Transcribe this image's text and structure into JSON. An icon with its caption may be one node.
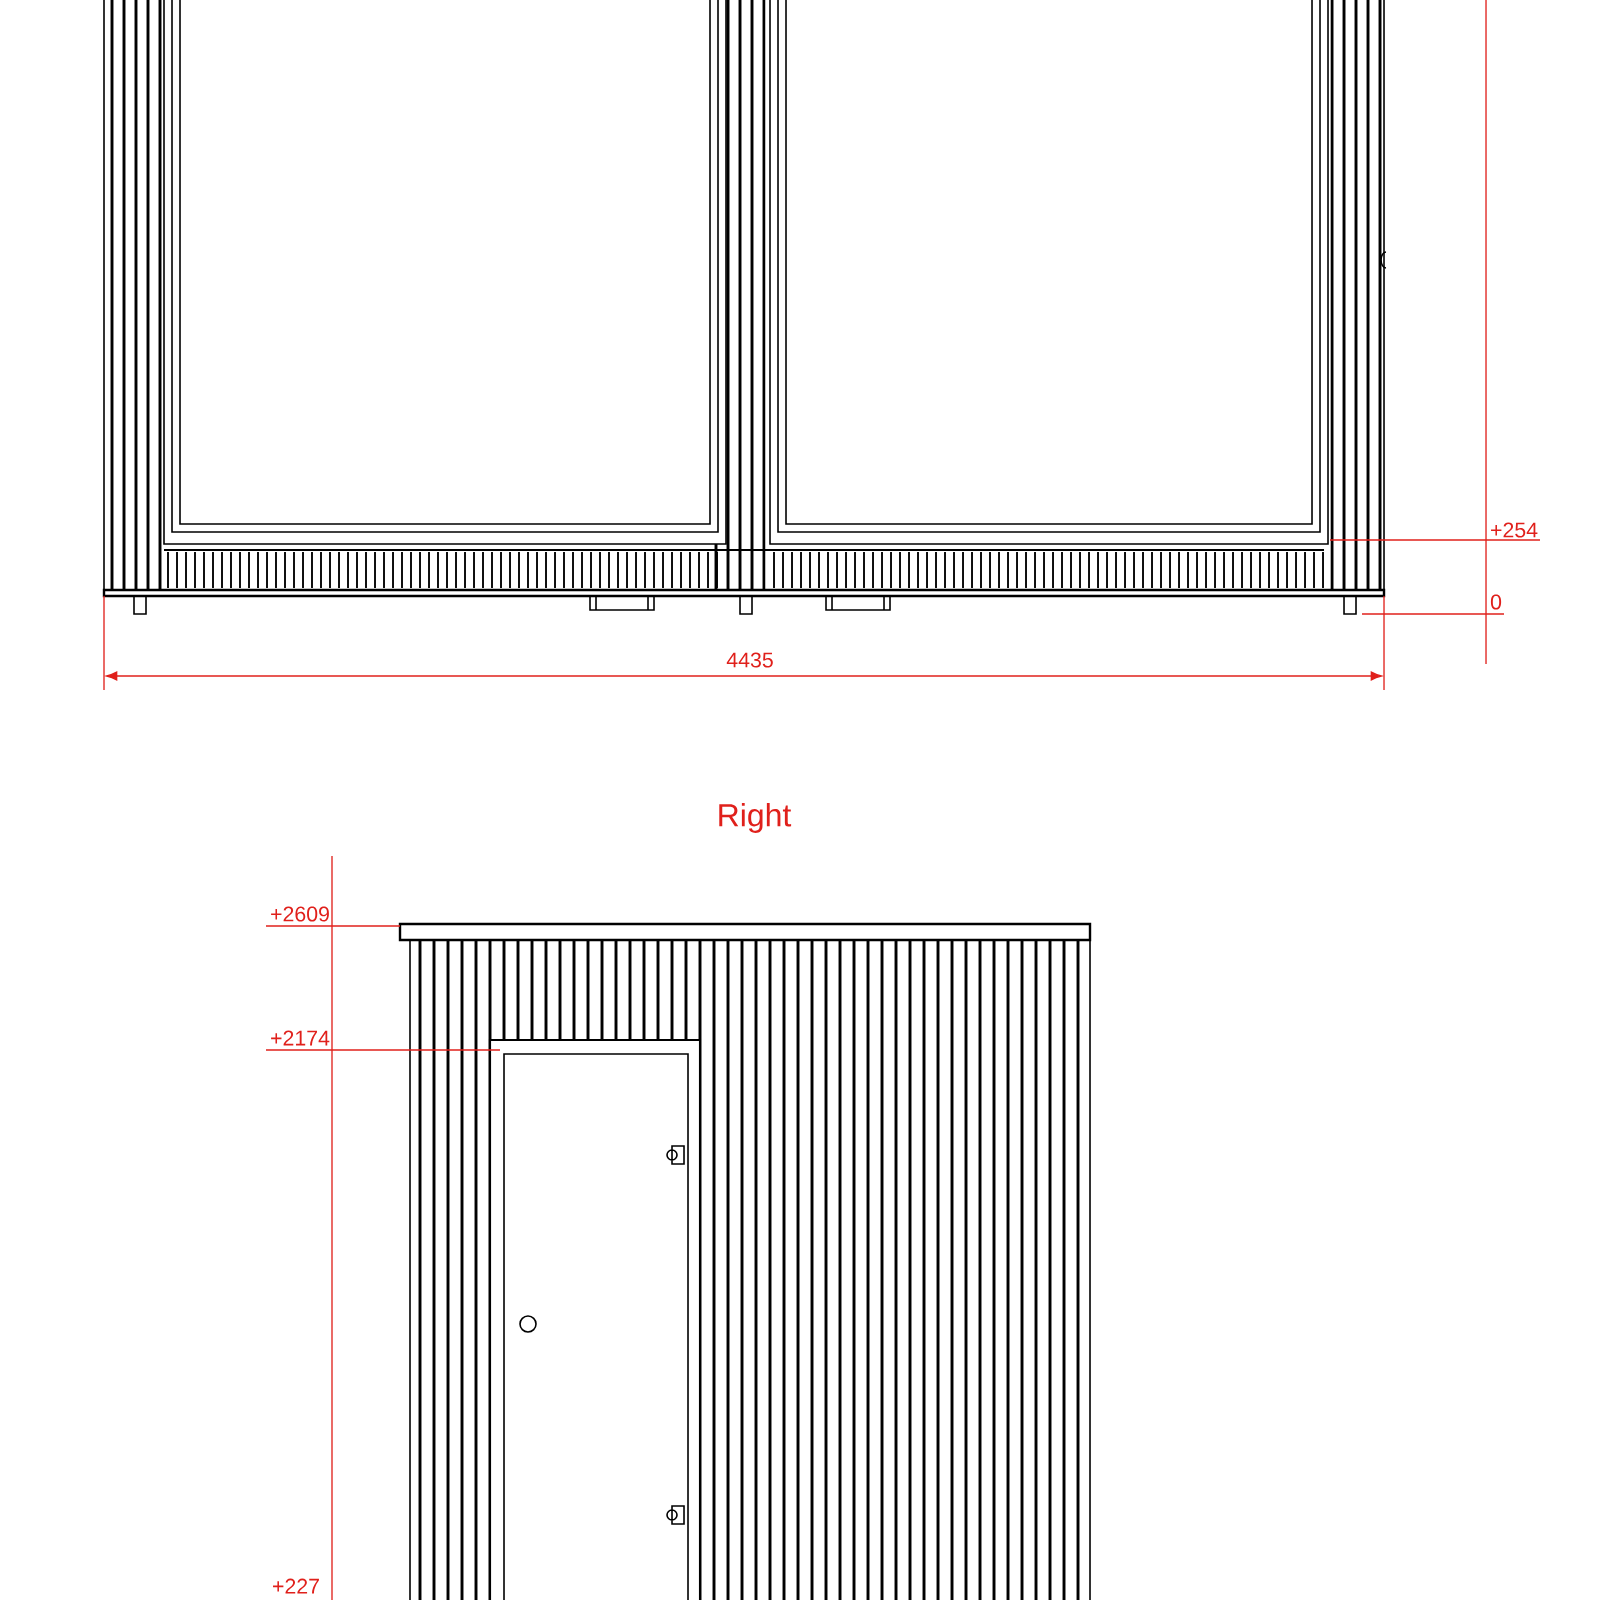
{
  "diagram": {
    "labels": [
      "+254",
      "0",
      "4435",
      "Right",
      "+2609",
      "+2174",
      "+227"
    ]
  }
}
